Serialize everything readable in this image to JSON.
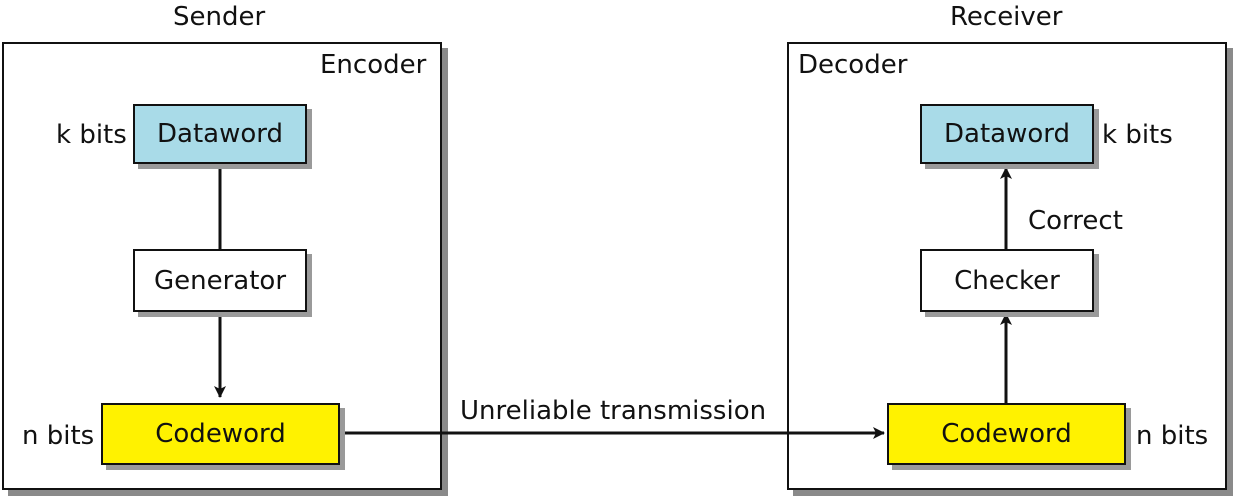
{
  "sender": {
    "title": "Sender",
    "panel_label": "Encoder",
    "dataword": {
      "label": "Dataword",
      "side": "k bits"
    },
    "generator": {
      "label": "Generator"
    },
    "codeword": {
      "label": "Codeword",
      "side": "n bits"
    }
  },
  "receiver": {
    "title": "Receiver",
    "panel_label": "Decoder",
    "dataword": {
      "label": "Dataword",
      "side": "k bits"
    },
    "correct_label": "Correct",
    "checker": {
      "label": "Checker"
    },
    "codeword": {
      "label": "Codeword",
      "side": "n bits"
    }
  },
  "channel": {
    "label": "Unreliable transmission"
  },
  "colors": {
    "dataword": "#a9dbe8",
    "codeword": "#fff200",
    "process": "#ffffff"
  }
}
